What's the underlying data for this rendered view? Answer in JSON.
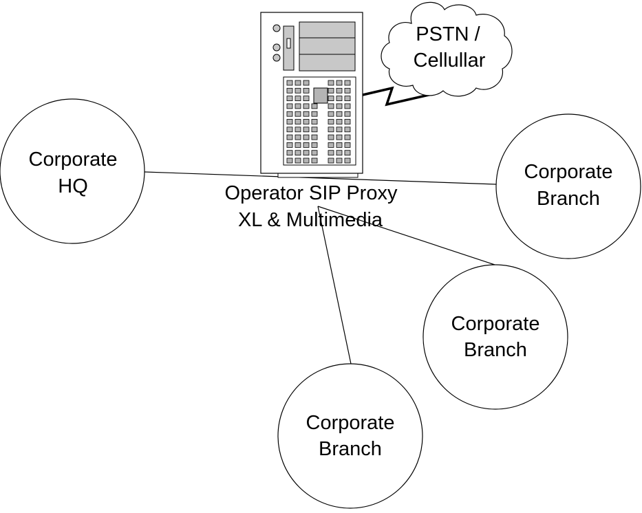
{
  "diagram": {
    "server": {
      "label_line1": "Operator SIP Proxy",
      "label_line2": "XL & Multimedia"
    },
    "cloud": {
      "label_line1": "PSTN /",
      "label_line2": "Cellullar"
    },
    "nodes": [
      {
        "id": "hq",
        "line1": "Corporate",
        "line2": "HQ"
      },
      {
        "id": "branch-right",
        "line1": "Corporate",
        "line2": "Branch"
      },
      {
        "id": "branch-middle",
        "line1": "Corporate",
        "line2": "Branch"
      },
      {
        "id": "branch-bottom",
        "line1": "Corporate",
        "line2": "Branch"
      }
    ],
    "colors": {
      "line": "#000000",
      "node_fill": "#ffffff",
      "server_body": "#ffffff",
      "server_panel": "#c8c8c8",
      "server_cell": "#b4b4b4"
    }
  }
}
